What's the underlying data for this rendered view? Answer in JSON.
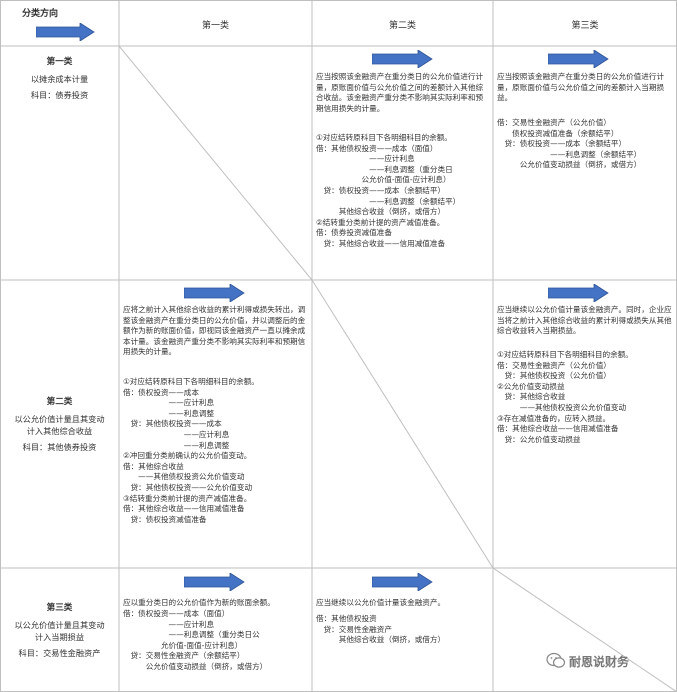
{
  "header": {
    "direction": "分类方向",
    "col1": "第一类",
    "col2": "第二类",
    "col3": "第三类"
  },
  "rows": [
    {
      "title": "第一类",
      "line1": "以摊余成本计量",
      "line2": "科目：债券投资"
    },
    {
      "title": "第二类",
      "line1": "以公允价值计量且其变动",
      "line1b": "计入其他综合收益",
      "line2": "科目：其他债券投资"
    },
    {
      "title": "第三类",
      "line1": "以公允价值计量且其变动",
      "line1b": "计入当期损益",
      "line2": "科目：交易性金融资产"
    }
  ],
  "cells": {
    "r1c2_intro": "应当按照该金融资产在重分类日的公允价值进行计量，原账面价值与公允价值之间的差额计入其他综合收益。该金融资产重分类不影响其实际利率和预期信用损失的计量。",
    "r1c2_body": "①对应结转原科目下各明细科目的余额。\n借：其他债权投资——成本（面值）\n　　　　　　　——应计利息\n　　　　　　　——利息调整（重分类日\n　　　　　　公允价值-面值-应计利息）\n　贷：债权投资——成本（余额结平）\n　　　　　　　——利息调整（余额结平）\n　　　其他综合收益（倒挤，或借方）\n②结转重分类前计提的资产减值准备。\n借：债券投资减值准备\n　贷：其他综合收益——信用减值准备",
    "r1c3_intro": "应当按照该金融资产在重分类日的公允价值进行计量，原账面价值与公允价值之间的差额计入当期损益。",
    "r1c3_body": "借：交易性金融资产（公允价值）\n　　债权投资减值准备（余额结平）\n　贷：债权投资——成本（余额结平）\n　　　　　　　——利息调整（余额结平）\n　　　公允价值变动损益（倒挤，或借方）",
    "r2c1_intro": "应将之前计入其他综合收益的累计利得或损失转出，调整该金融资产在重分类日的公允价值，并以调整后的金额作为新的账面价值，即视同该金融资产一直以摊余成本计量。该金融资产重分类不影响其实际利率和预期信用损失的计量。",
    "r2c1_body": "①对应结转原科目下各明细科目的余额。\n借：债权投资——成本\n　　　　　　——应计利息\n　　　　　　——利息调整\n　贷：其他债权投资——成本\n　　　　　　　　——应计利息\n　　　　　　　　——利息调整\n②冲回重分类前确认的公允价值变动。\n借：其他综合收益\n　　——其他债权投资公允价值变动\n　贷：其他债权投资——公允价值变动\n③结转重分类前计提的资产减值准备。\n借：其他综合收益——信用减值准备\n　贷：债权投资减值准备",
    "r2c3_intro": "应当继续以公允价值计量该金融资产。同时，企业应当将之前计入其他综合收益的累计利得或损失从其他综合收益转入当期损益。",
    "r2c3_body": "①对应结转原科目下各明细科目的余额。\n借：交易性金融资产（公允价值）\n　贷：其他债权投资（公允价值）\n②公允价值变动损益\n　贷：其他综合收益\n　　　——其他债权投资公允价值变动\n③存在减值准备的，应转入损益。\n借：其他综合收益——信用减值准备\n　贷：公允价值变动损益",
    "r3c1_intro": "应以重分类日的公允价值作为新的账面余额。",
    "r3c1_body": "借：债权投资——成本（面值）\n　　　　　　——应计利息\n　　　　　　——利息调整（重分类日公\n　　　　　允价值-面值-应计利息）\n　贷：交易性金融资产（余额结平）\n　　　公允价值变动损益（倒挤，或借方）",
    "r3c2_intro": "应当继续以公允价值计量该金融资产。",
    "r3c2_body": "借：其他债权投资\n　贷：交易性金融资产\n　　　其他综合收益（倒挤，或借方）"
  },
  "watermark": "耐恩说财务",
  "colors": {
    "arrow": "#4472c4",
    "arrow_stroke": "#2f5597",
    "grid": "#bfbfbf",
    "diagonal": "#bfbfbf"
  },
  "icons": [
    "arrow-right-icon",
    "wechat-icon"
  ]
}
